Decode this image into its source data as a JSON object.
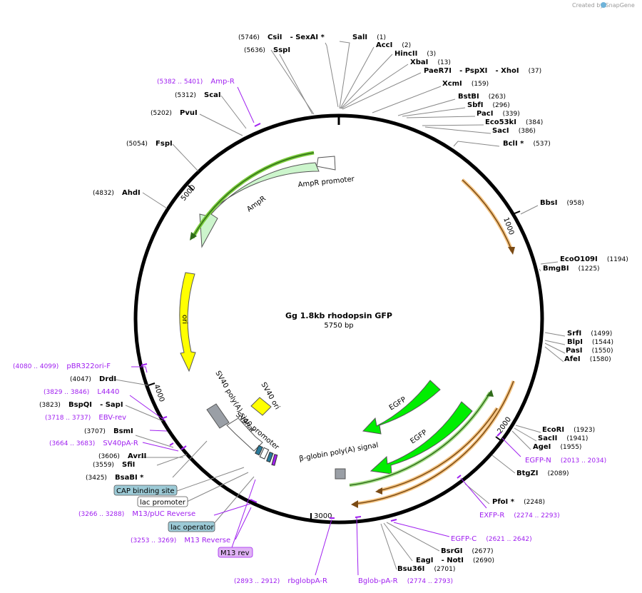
{
  "credit": "Created by SnapGene",
  "map": {
    "title": "Gg 1.8kb rhodopsin GFP",
    "length": "5750 bp"
  },
  "ticks": [
    "1000",
    "2000",
    "3000",
    "4000",
    "5000"
  ],
  "enzymes": [
    {
      "name": "SalI",
      "pos": "(1)"
    },
    {
      "name": "AccI",
      "pos": "(2)"
    },
    {
      "name": "HincII",
      "pos": "(3)"
    },
    {
      "name": "XbaI",
      "pos": "(13)"
    },
    {
      "name": "PaeR7I",
      "name2": "- PspXI",
      "name3": "- XhoI",
      "pos": "(37)"
    },
    {
      "name": "XcmI",
      "pos": "(159)"
    },
    {
      "name": "BstBI",
      "pos": "(263)"
    },
    {
      "name": "SbfI",
      "pos": "(296)"
    },
    {
      "name": "PacI",
      "pos": "(339)"
    },
    {
      "name": "Eco53kI",
      "pos": "(384)"
    },
    {
      "name": "SacI",
      "pos": "(386)"
    },
    {
      "name": "BclI *",
      "pos": "(537)"
    },
    {
      "name": "BbsI",
      "pos": "(958)"
    },
    {
      "name": "EcoO109I",
      "pos": "(1194)"
    },
    {
      "name": "BmgBI",
      "pos": "(1225)"
    },
    {
      "name": "SrfI",
      "pos": "(1499)"
    },
    {
      "name": "BlpI",
      "pos": "(1544)"
    },
    {
      "name": "PasI",
      "pos": "(1550)"
    },
    {
      "name": "AfeI",
      "pos": "(1580)"
    },
    {
      "name": "EcoRI",
      "pos": "(1923)"
    },
    {
      "name": "SacII",
      "pos": "(1941)"
    },
    {
      "name": "AgeI",
      "pos": "(1955)"
    },
    {
      "name": "BtgZI",
      "pos": "(2089)"
    },
    {
      "name": "PfoI *",
      "pos": "(2248)"
    },
    {
      "name": "BsrGI",
      "pos": "(2677)"
    },
    {
      "name": "EagI",
      "name2": "- NotI",
      "pos": "(2690)"
    },
    {
      "name": "Bsu36I",
      "pos": "(2701)"
    },
    {
      "name": "BsaBI *",
      "pos": "(3425)"
    },
    {
      "name": "SfiI",
      "pos": "(3559)"
    },
    {
      "name": "AvrII",
      "pos": "(3606)"
    },
    {
      "name": "BsmI",
      "pos": "(3707)"
    },
    {
      "name": "BspQI",
      "name2": "- SapI",
      "pos": "(3823)"
    },
    {
      "name": "DrdI",
      "pos": "(4047)"
    },
    {
      "name": "AhdI",
      "pos": "(4832)"
    },
    {
      "name": "FspI",
      "pos": "(5054)"
    },
    {
      "name": "PvuI",
      "pos": "(5202)"
    },
    {
      "name": "ScaI",
      "pos": "(5312)"
    },
    {
      "name": "SspI",
      "pos": "(5636)"
    },
    {
      "name": "CsiI",
      "name2": "- SexAI *",
      "pos": "(5746)"
    }
  ],
  "primers": [
    {
      "name": "Amp-R",
      "pos": "(5382 .. 5401)"
    },
    {
      "name": "EGFP-N",
      "pos": "(2013 .. 2034)"
    },
    {
      "name": "EXFP-R",
      "pos": "(2274 .. 2293)"
    },
    {
      "name": "EGFP-C",
      "pos": "(2621 .. 2642)"
    },
    {
      "name": "Bglob-pA-R",
      "pos": "(2774 .. 2793)"
    },
    {
      "name": "rbglobpA-R",
      "pos": "(2893 .. 2912)"
    },
    {
      "name": "M13 Reverse",
      "pos": "(3253 .. 3269)"
    },
    {
      "name": "M13/pUC Reverse",
      "pos": "(3266 .. 3288)"
    },
    {
      "name": "SV40pA-R",
      "pos": "(3664 .. 3683)"
    },
    {
      "name": "EBV-rev",
      "pos": "(3718 .. 3737)"
    },
    {
      "name": "L4440",
      "pos": "(3829 .. 3846)"
    },
    {
      "name": "pBR322ori-F",
      "pos": "(4080 .. 4099)"
    }
  ],
  "features": {
    "ampr": "AmpR",
    "ampr_promoter": "AmpR promoter",
    "ori": "ori",
    "sv40_polya": "SV40 poly(A) signal",
    "sv40_ori": "SV40 ori",
    "sv40_promoter": "SV40 promoter",
    "egfp1": "EGFP",
    "egfp2": "EGFP",
    "bglobin": "β-globin poly(A) signal"
  },
  "boxed": {
    "cap": "CAP binding site",
    "lac_promoter": "lac promoter",
    "lac_operator": "lac operator",
    "m13rev": "M13 rev"
  }
}
